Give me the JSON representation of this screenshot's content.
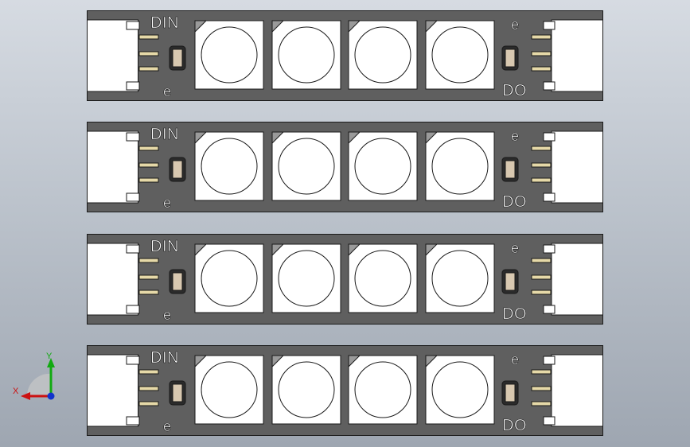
{
  "labels": {
    "din": "DIN",
    "do": "DO",
    "ground_symbol": "e"
  },
  "strips": [
    {
      "id": "strip-1",
      "led_count": 4
    },
    {
      "id": "strip-2",
      "led_count": 4
    },
    {
      "id": "strip-3",
      "led_count": 4
    },
    {
      "id": "strip-4",
      "led_count": 4
    }
  ],
  "triad": {
    "x_label": "X",
    "y_label": "Y",
    "x_color": "#cc1111",
    "y_color": "#11aa11",
    "z_color": "#1133cc"
  },
  "colors": {
    "background_top": "#d6dbe2",
    "background_bottom": "#9ea6b1",
    "pcb": "#5f5f5f",
    "led_body": "#ffffff",
    "outline": "#1a1a1a"
  }
}
